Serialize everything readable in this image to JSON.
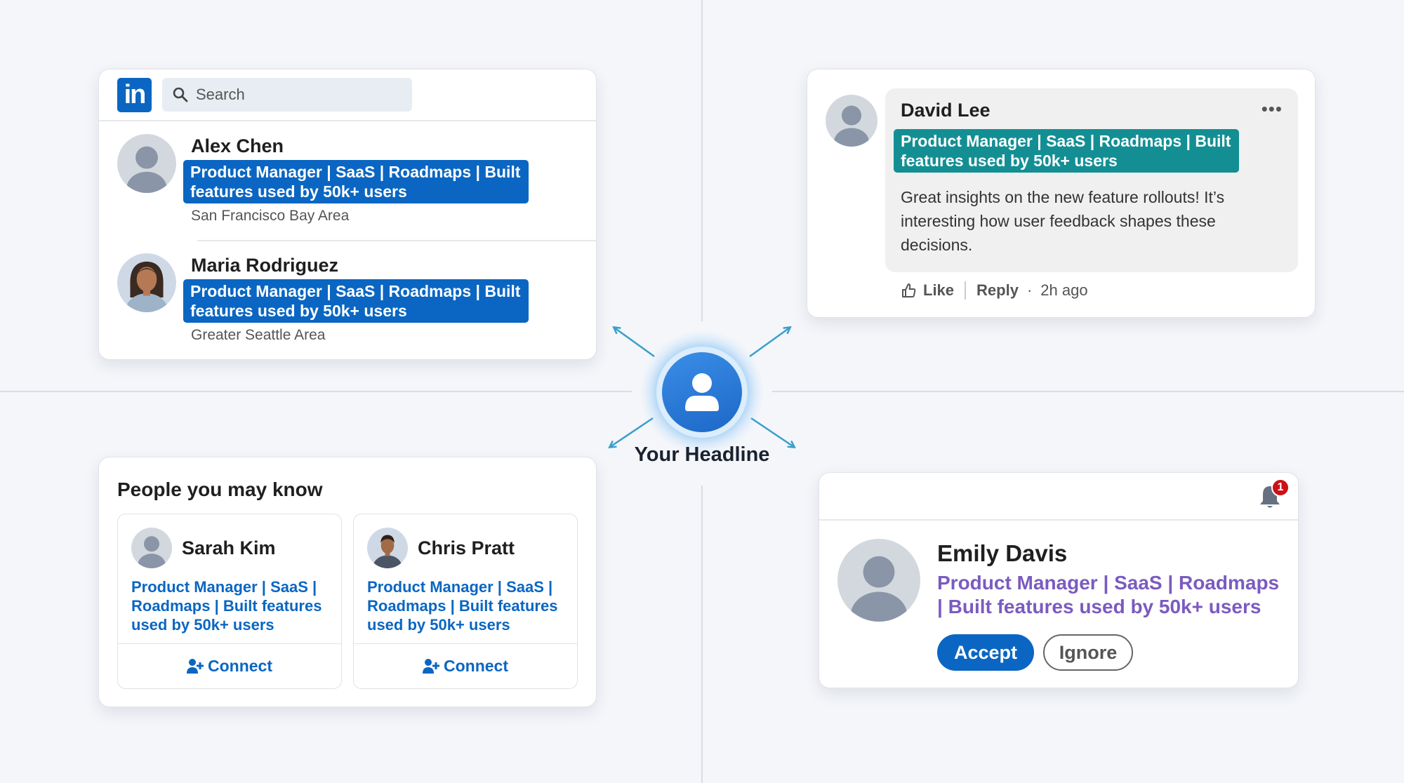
{
  "search": {
    "logo": "in",
    "placeholder": "Search",
    "results": [
      {
        "name": "Alex Chen",
        "headline": "Product Manager | SaaS | Roadmaps | Built features used by 50k+ users",
        "location": "San Francisco Bay Area"
      },
      {
        "name": "Maria Rodriguez",
        "headline": "Product Manager | SaaS | Roadmaps | Built features used by 50k+ users",
        "location": "Greater Seattle Area"
      }
    ]
  },
  "comment": {
    "name": "David Lee",
    "more": "•••",
    "headline": "Product Manager | SaaS | Roadmaps | Built features used by 50k+ users",
    "body": "Great insights on the new feature rollouts! It’s interesting how user feedback shapes these decisions.",
    "like": "Like",
    "reply": "Reply",
    "dot": "·",
    "time": "2h ago"
  },
  "center": {
    "label": "Your Headline"
  },
  "pymk": {
    "title": "People you may know",
    "people": [
      {
        "name": "Sarah Kim",
        "headline": "Product Manager | SaaS | Roadmaps | Built features used by 50k+ users",
        "action": "Connect"
      },
      {
        "name": "Chris Pratt",
        "headline": "Product Manager | SaaS | Roadmaps | Built features used by 50k+ users",
        "action": "Connect"
      }
    ]
  },
  "invitation": {
    "badge": "1",
    "name": "Emily Davis",
    "headline": "Product Manager | SaaS | Roadmaps | Built features used by 50k+ users",
    "accept": "Accept",
    "ignore": "Ignore"
  },
  "colors": {
    "brand": "#0a66c2",
    "teal": "#138f94",
    "purple": "#7a5bc0",
    "badge": "#cc1016",
    "arrow": "#3a9fc9"
  },
  "icons": [
    "linkedin-logo",
    "search-icon",
    "more-icon",
    "like-icon",
    "user-icon",
    "add-person-icon",
    "bell-icon"
  ]
}
